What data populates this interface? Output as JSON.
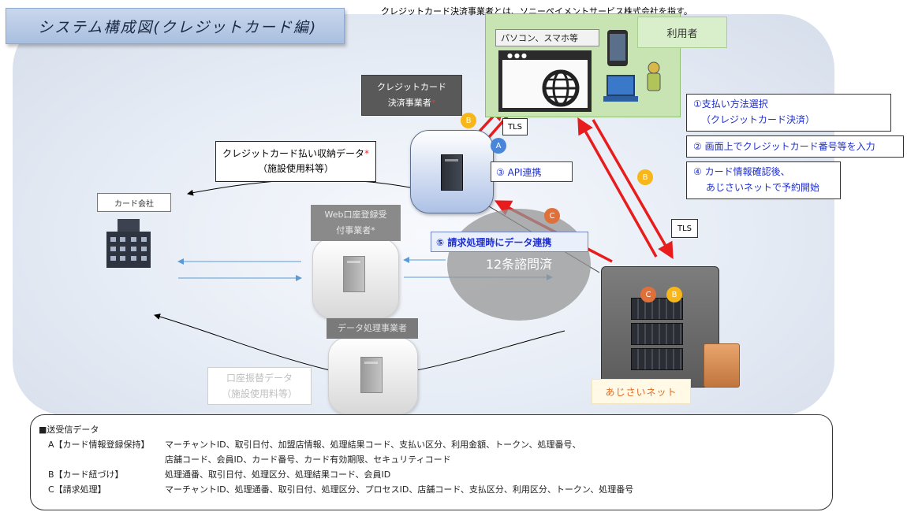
{
  "title": "システム構成図(クレジットカード編)",
  "top_note": "クレジットカード決済事業者とは、ソニーペイメントサービス株式会社を指す。",
  "user_area": {
    "label": "利用者",
    "device_label": "パソコン、スマホ等"
  },
  "credit_processor": {
    "line1": "クレジットカード",
    "line2": "決済事業者",
    "mark": "*"
  },
  "shunou_data": {
    "line1": "クレジットカード払い収納データ",
    "mark": "*",
    "line2": "（施設使用料等）"
  },
  "card_company": "カード会社",
  "web_kouza": {
    "line1": "Web口座登録受",
    "line2": "付事業者*"
  },
  "data_shori": "データ処理事業者",
  "kouza_furikae": {
    "line1": "口座振替データ",
    "line2": "（施設使用料等）"
  },
  "circle_text": "12条諮問済",
  "ajisai": "あじさいネット",
  "tls": [
    "TLS",
    "TLS"
  ],
  "badges": {
    "A": "A",
    "B": "B",
    "C": "C"
  },
  "steps": {
    "s1_line1": "①支払い方法選択",
    "s1_line2": "（クレジットカード決済）",
    "s2": "②  画面上でクレジットカード番号等を入力",
    "s3": "③  API連携",
    "s4_line1": "④  カード情報確認後、",
    "s4_line2": "あじさいネットで予約開始",
    "s5": "⑤  請求処理時にデータ連携"
  },
  "legend": {
    "heading": "■送受信データ",
    "rows": [
      {
        "key": "A【カード情報登録保持】",
        "value": "マーチャントID、取引日付、加盟店情報、処理結果コード、支払い区分、利用金額、トークン、処理番号、"
      },
      {
        "key": "",
        "value": "店舗コード、会員ID、カード番号、カード有効期限、セキュリティコード"
      },
      {
        "key": "B【カード紐づけ】",
        "value": "処理通番、取引日付、処理区分、処理結果コード、会員ID"
      },
      {
        "key": "C【請求処理】",
        "value": "マーチャントID、処理通番、取引日付、処理区分、プロセスID、店舗コード、支払区分、利用区分、トークン、処理番号"
      }
    ]
  },
  "colors": {
    "arrow_red": "#e81c1c",
    "step_blue": "#1f2fd0",
    "user_green": "#c9e4b3",
    "badge_b": "#f7b71a",
    "badge_c": "#e0703a",
    "badge_a": "#4a86d8"
  }
}
